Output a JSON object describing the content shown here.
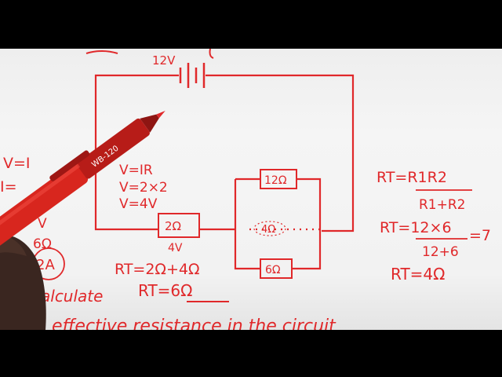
{
  "photo": {
    "subject": "handwritten series-parallel circuit",
    "battery": {
      "voltage": "12V"
    },
    "resistors": [
      {
        "label": "2Ω",
        "note": "4V"
      },
      {
        "label": "12Ω"
      },
      {
        "label": "4Ω"
      },
      {
        "label": "6Ω"
      }
    ],
    "left_notes": [
      "V=IR",
      "V=2×2",
      "V=4V"
    ],
    "series_calc": [
      "RT=2Ω+4Ω",
      "RT=6Ω"
    ],
    "parallel_calc": [
      "RT=R1R2",
      "R1+R2",
      "RT=12×6",
      "12+6",
      "=7",
      "RT=4Ω"
    ],
    "margin_notes": [
      "V=I",
      "I=",
      "V",
      "6Ω",
      "2A"
    ],
    "bottom_text": [
      "alculate",
      "effective resistance in the circuit"
    ],
    "pen_text": "WB-120",
    "colors": {
      "ink": "#e0282a",
      "paper": "#f2f2f2",
      "pen_body": "#d8261e",
      "pen_cap": "#b71c18"
    }
  }
}
